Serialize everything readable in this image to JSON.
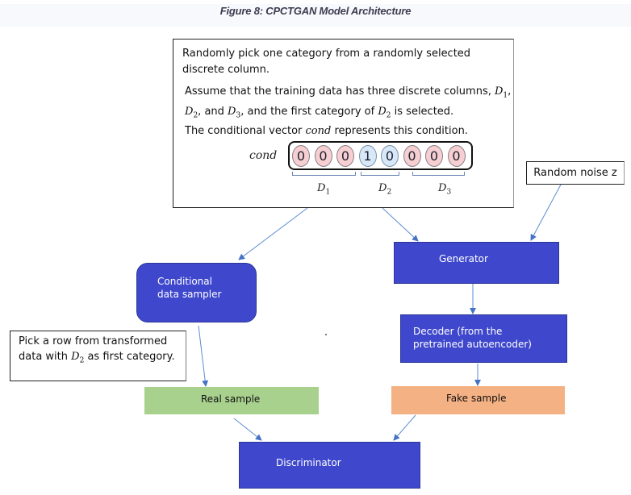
{
  "figure": {
    "caption": "Figure 8: CPCTGAN Model Architecture"
  },
  "main_box": {
    "line1": "Randomly pick one category from a randomly selected discrete column.",
    "line2_prefix": "Assume that the training data has three discrete columns,",
    "line2_and": "and",
    "line2_suffix": ", and the first category of",
    "line2_end": "is selected.",
    "line3_prefix": "The conditional vector",
    "line3_cond": "cond",
    "line3_suffix": "represents this condition.",
    "cond_label": "cond",
    "cond_vector": [
      {
        "value": "0",
        "group": "D1",
        "color": "#f5cfd1"
      },
      {
        "value": "0",
        "group": "D1",
        "color": "#f5cfd1"
      },
      {
        "value": "0",
        "group": "D1",
        "color": "#f5cfd1"
      },
      {
        "value": "1",
        "group": "D2",
        "color": "#d7e8f8"
      },
      {
        "value": "0",
        "group": "D2",
        "color": "#d7e8f8"
      },
      {
        "value": "0",
        "group": "D3",
        "color": "#f5cfd1"
      },
      {
        "value": "0",
        "group": "D3",
        "color": "#f5cfd1"
      },
      {
        "value": "0",
        "group": "D3",
        "color": "#f5cfd1"
      }
    ],
    "columns": [
      {
        "name": "D",
        "sub": "1"
      },
      {
        "name": "D",
        "sub": "2"
      },
      {
        "name": "D",
        "sub": "3"
      }
    ]
  },
  "nodes": {
    "random_noise": "Random noise z",
    "conditional_sampler_line1": "Conditional",
    "conditional_sampler_line2": "data sampler",
    "generator": "Generator",
    "decoder_line1": "Decoder (from the",
    "decoder_line2": "pretrained autoencoder)",
    "pick_row_line1": "Pick a row from transformed",
    "pick_row_line2_prefix": "data with",
    "pick_row_line2_suffix": "as first category.",
    "real_sample": "Real sample",
    "fake_sample": "Fake sample",
    "discriminator": "Discriminator"
  },
  "colors": {
    "model_block": "#3f48cc",
    "real_sample": "#a9d18e",
    "fake_sample": "#f4b183",
    "arrow": "#4472c4"
  }
}
